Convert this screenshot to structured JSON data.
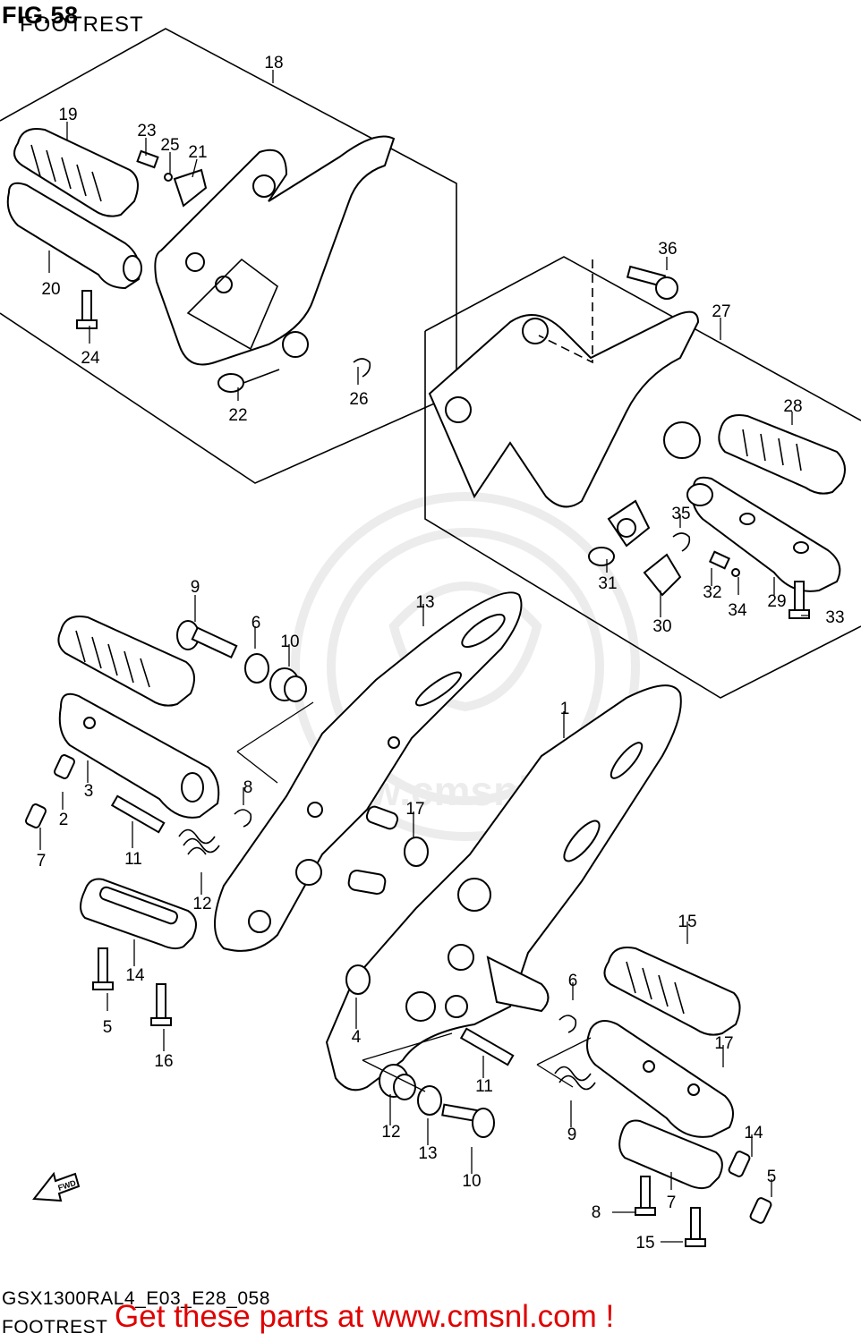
{
  "header": {
    "figure": "FIG.58",
    "title": "FOOTREST"
  },
  "footer": {
    "code": "GSX1300RAL4_E03_E28_058",
    "title": "FOOTREST",
    "promo": "Get these parts at www.cmsnl.com !"
  },
  "watermark": {
    "text": "www.cmsnl.com",
    "color": "#e6e6e6"
  },
  "colors": {
    "promo": "#e00000",
    "line": "#000000"
  },
  "fwd_icon": "FWD",
  "callouts": [
    "18",
    "19",
    "23",
    "25",
    "21",
    "20",
    "24",
    "22",
    "26",
    "36",
    "27",
    "28",
    "35",
    "31",
    "32",
    "34",
    "29",
    "33",
    "30",
    "9",
    "6",
    "10",
    "13",
    "1",
    "3",
    "2",
    "7",
    "8",
    "17",
    "11",
    "12",
    "14",
    "5",
    "16",
    "15",
    "6",
    "17",
    "4",
    "11",
    "12",
    "13",
    "10",
    "9",
    "14",
    "7",
    "5",
    "8",
    "15",
    "16"
  ]
}
